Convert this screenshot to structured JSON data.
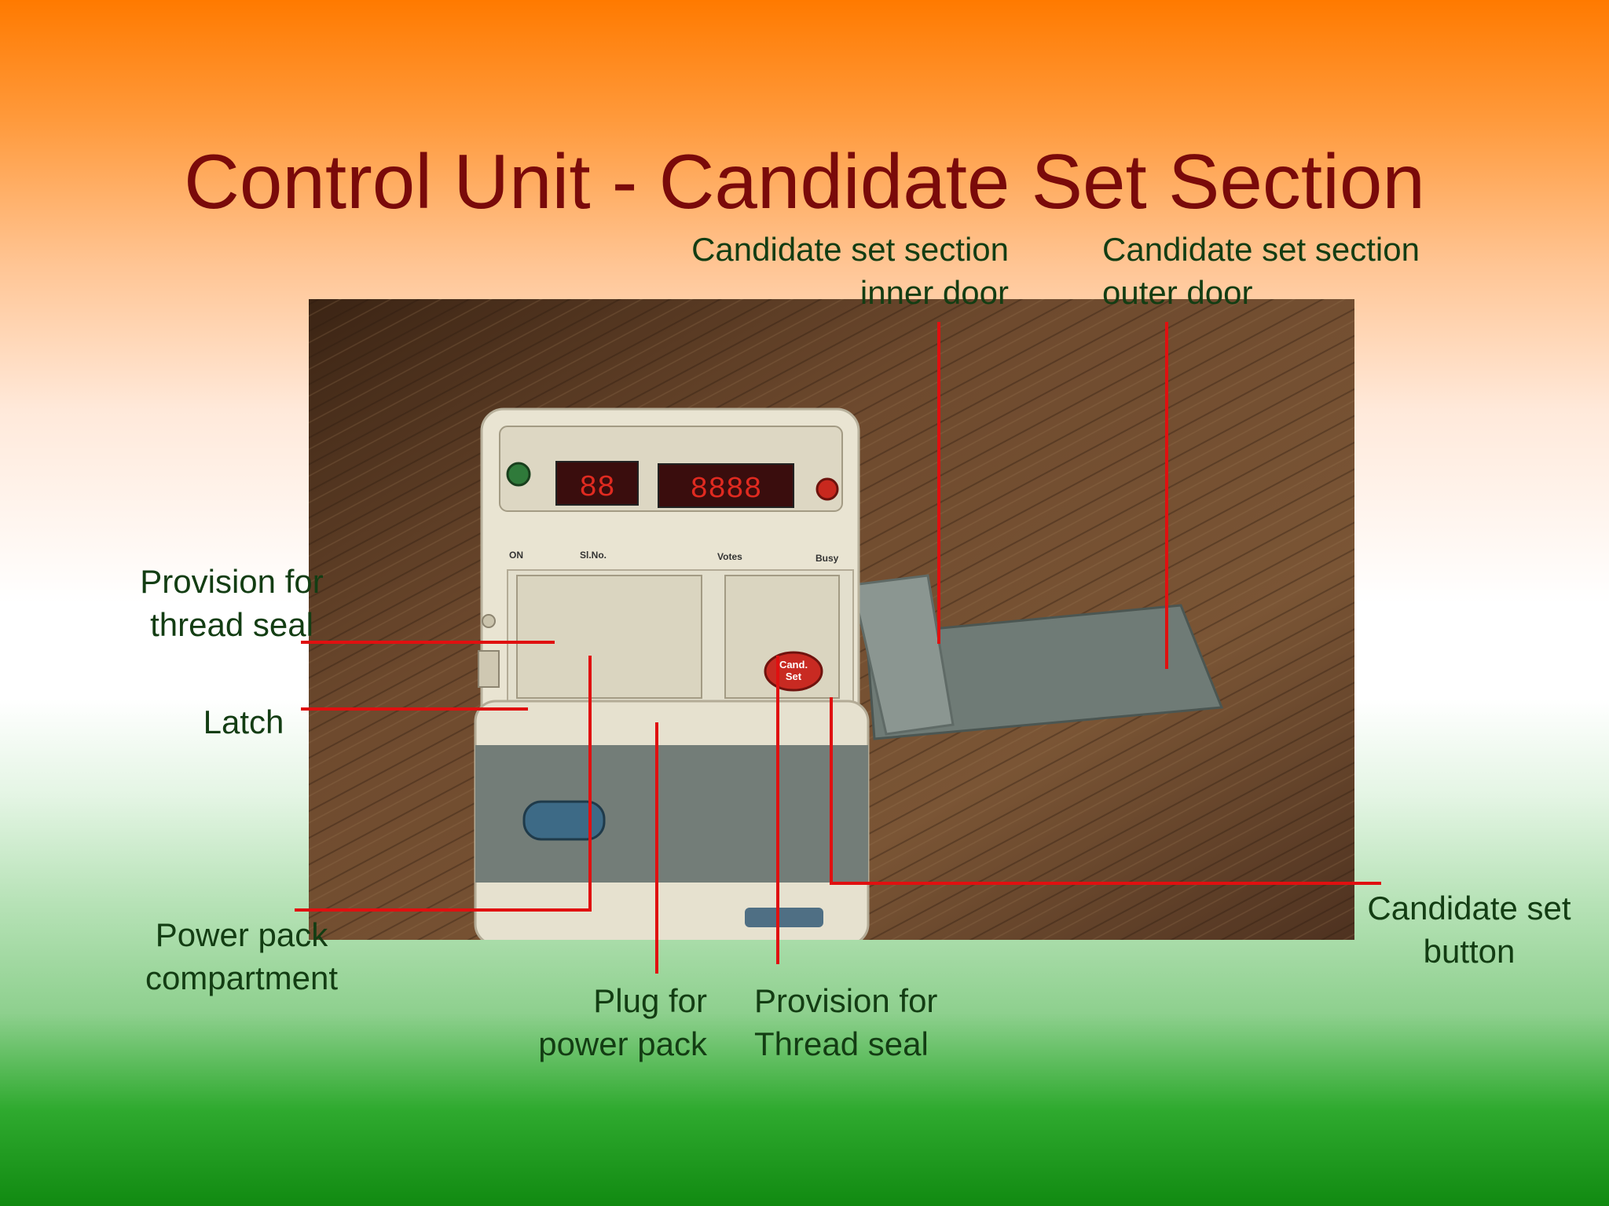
{
  "title": "Control Unit - Candidate Set Section",
  "labels": {
    "inner_door": [
      "Candidate set section",
      "inner door"
    ],
    "outer_door": [
      "Candidate set section",
      "outer door"
    ],
    "thread_seal_left": [
      "Provision for",
      "thread seal"
    ],
    "latch": [
      "Latch"
    ],
    "power_pack_compartment": [
      "Power pack",
      "compartment"
    ],
    "plug": [
      "Plug for",
      "power pack"
    ],
    "thread_seal_bottom": [
      "Provision for",
      "Thread seal"
    ],
    "cand_set_button": [
      "Candidate set",
      "button"
    ]
  },
  "device": {
    "panel_labels": [
      "ON",
      "Sl.No.",
      "Votes",
      "Busy"
    ],
    "display_small": "88",
    "display_large": "8888",
    "button_text": [
      "Cand.",
      "Set"
    ]
  },
  "colors": {
    "title": "#7a0a0a",
    "label_text": "#133d13",
    "leader_line": "#e01010",
    "top_gradient": "#ff7a00",
    "bottom_gradient": "#118a11"
  }
}
